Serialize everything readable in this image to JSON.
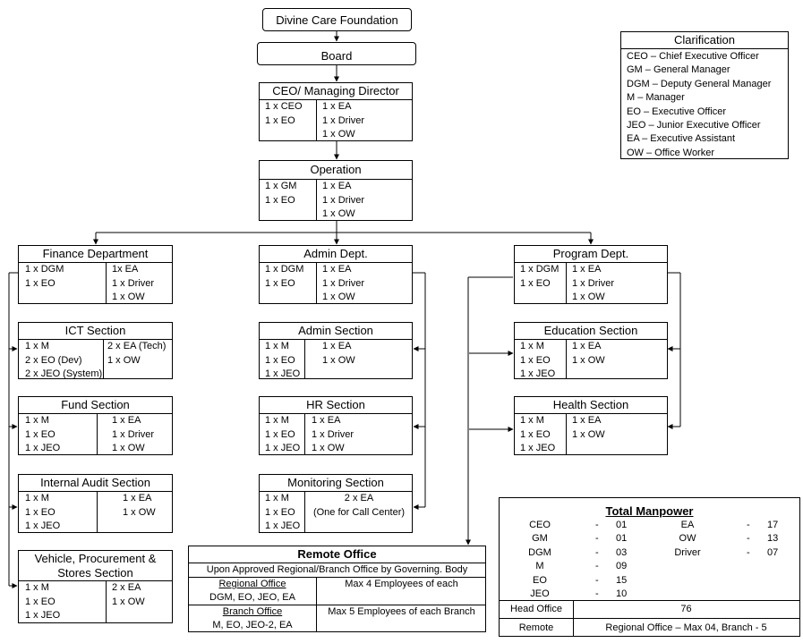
{
  "title": "Divine Care Foundation",
  "board": "Board",
  "ceo": {
    "title": "CEO/ Managing Director",
    "left": [
      "1 x CEO",
      "1 x EO"
    ],
    "right": [
      "1 x EA",
      "1 x Driver",
      "1 x OW"
    ]
  },
  "operation": {
    "title": "Operation",
    "left": [
      "1 x GM",
      "1 x EO"
    ],
    "right": [
      "1 x EA",
      "1 x Driver",
      "1 x OW"
    ]
  },
  "finance": {
    "title": "Finance Department",
    "left": [
      "1 x DGM",
      "1 x EO"
    ],
    "right": [
      "1x EA",
      "1 x Driver",
      "1 x OW"
    ]
  },
  "ict": {
    "title": "ICT Section",
    "left": [
      "1 x M",
      "2 x EO (Dev)",
      "2 x JEO (System)"
    ],
    "right": [
      "2 x EA (Tech)",
      "1 x OW"
    ]
  },
  "fund": {
    "title": "Fund Section",
    "left": [
      "1 x M",
      "1 x EO",
      "1 x JEO"
    ],
    "right": [
      "1 x EA",
      "1 x Driver",
      "1 x OW"
    ]
  },
  "audit": {
    "title": "Internal Audit Section",
    "left": [
      "1 x M",
      "1 x EO",
      "1 x JEO"
    ],
    "right": [
      "1 x EA",
      "1 x OW"
    ]
  },
  "vehicle": {
    "title1": "Vehicle, Procurement &",
    "title2": "Stores Section",
    "left": [
      "1 x M",
      "1 x EO",
      "1 x JEO"
    ],
    "right": [
      "2 x EA",
      "1 x OW"
    ]
  },
  "admin_dept": {
    "title": "Admin Dept.",
    "left": [
      "1 x DGM",
      "1 x EO"
    ],
    "right": [
      "1 x EA",
      "1 x Driver",
      "1 x OW"
    ]
  },
  "admin_sec": {
    "title": "Admin Section",
    "left": [
      "1 x M",
      "1 x EO",
      "1 x JEO"
    ],
    "right": [
      "1 x EA",
      "1 x OW"
    ]
  },
  "hr": {
    "title": "HR Section",
    "left": [
      "1 x M",
      "1 x EO",
      "1 x JEO"
    ],
    "right": [
      "1 x EA",
      "1 x Driver",
      "1 x OW"
    ]
  },
  "monitoring": {
    "title": "Monitoring Section",
    "left": [
      "1 x M",
      "1 x EO",
      "1 x JEO"
    ],
    "right": [
      "2 x EA",
      "(One for Call Center)"
    ]
  },
  "program": {
    "title": "Program Dept.",
    "left": [
      "1 x DGM",
      "1 x EO"
    ],
    "right": [
      "1 x EA",
      "1 x Driver",
      "1 x OW"
    ]
  },
  "education": {
    "title": "Education Section",
    "left": [
      "1 x M",
      "1 x EO",
      "1 x JEO"
    ],
    "right": [
      "1 x EA",
      "1 x OW"
    ]
  },
  "health": {
    "title": "Health Section",
    "left": [
      "1 x M",
      "1 x EO",
      "1 x JEO"
    ],
    "right": [
      "1 x EA",
      "1 x OW"
    ]
  },
  "remote": {
    "title": "Remote Office",
    "subtitle": "Upon Approved Regional/Branch Office by Governing. Body",
    "regional_label": "Regional Office",
    "regional_roles": "DGM, EO, JEO, EA",
    "regional_desc": "Max 4 Employees of each",
    "branch_label": "Branch Office",
    "branch_roles": "M, EO, JEO-2, EA",
    "branch_desc": "Max 5 Employees of each Branch"
  },
  "clarification": {
    "title": "Clarification",
    "items": [
      "CEO – Chief Executive Officer",
      "GM – General Manager",
      "DGM – Deputy General Manager",
      "M  – Manager",
      "EO  – Executive Officer",
      "JEO – Junior  Executive Officer",
      "EA  – Executive Assistant",
      "OW – Office Worker"
    ]
  },
  "total": {
    "title": "Total Manpower",
    "left": [
      {
        "k": "CEO",
        "d": "-",
        "v": "01"
      },
      {
        "k": "GM",
        "d": "-",
        "v": "01"
      },
      {
        "k": "DGM",
        "d": "-",
        "v": "03"
      },
      {
        "k": "M",
        "d": "-",
        "v": "09"
      },
      {
        "k": "EO",
        "d": "-",
        "v": "15"
      },
      {
        "k": "JEO",
        "d": "-",
        "v": "10"
      }
    ],
    "right": [
      {
        "k": "EA",
        "d": "-",
        "v": "17"
      },
      {
        "k": "OW",
        "d": "-",
        "v": "13"
      },
      {
        "k": "Driver",
        "d": "-",
        "v": "07"
      }
    ],
    "head_label": "Head Office",
    "head_value": "76",
    "remote_label": "Remote",
    "remote_value": "Regional Office – Max 04, Branch - 5"
  }
}
